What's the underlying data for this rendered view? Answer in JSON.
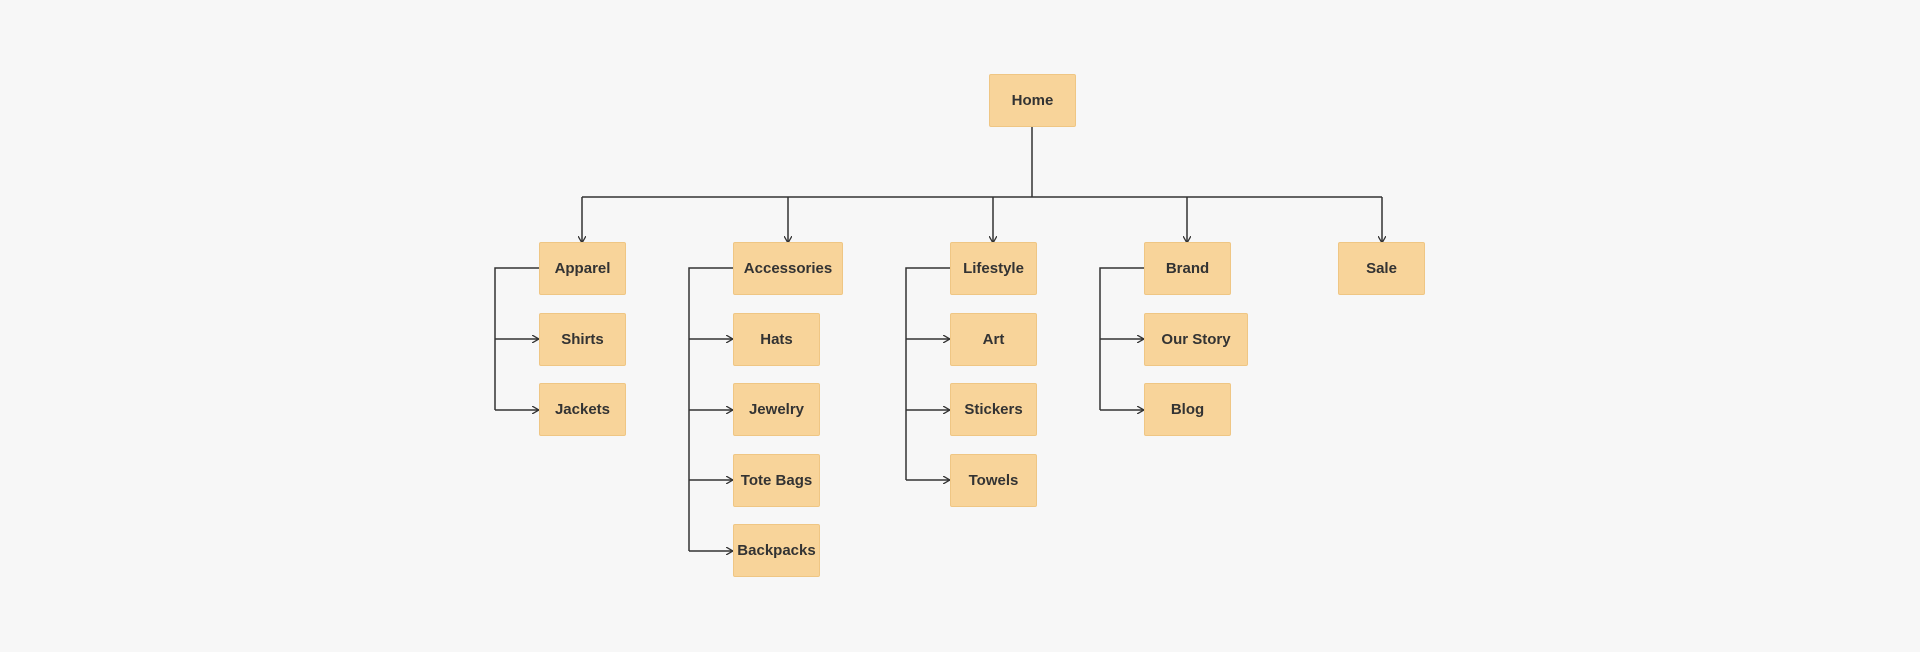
{
  "colors": {
    "background": "#f7f7f7",
    "node_fill": "#f8d49a",
    "node_border": "#efc684",
    "connector": "#333333",
    "text": "#333333"
  },
  "sitemap": {
    "root": "Home",
    "sections": [
      {
        "label": "Apparel",
        "children": [
          "Shirts",
          "Jackets"
        ]
      },
      {
        "label": "Accessories",
        "children": [
          "Hats",
          "Jewelry",
          "Tote Bags",
          "Backpacks"
        ]
      },
      {
        "label": "Lifestyle",
        "children": [
          "Art",
          "Stickers",
          "Towels"
        ]
      },
      {
        "label": "Brand",
        "children": [
          "Our Story",
          "Blog"
        ]
      },
      {
        "label": "Sale",
        "children": []
      }
    ]
  }
}
